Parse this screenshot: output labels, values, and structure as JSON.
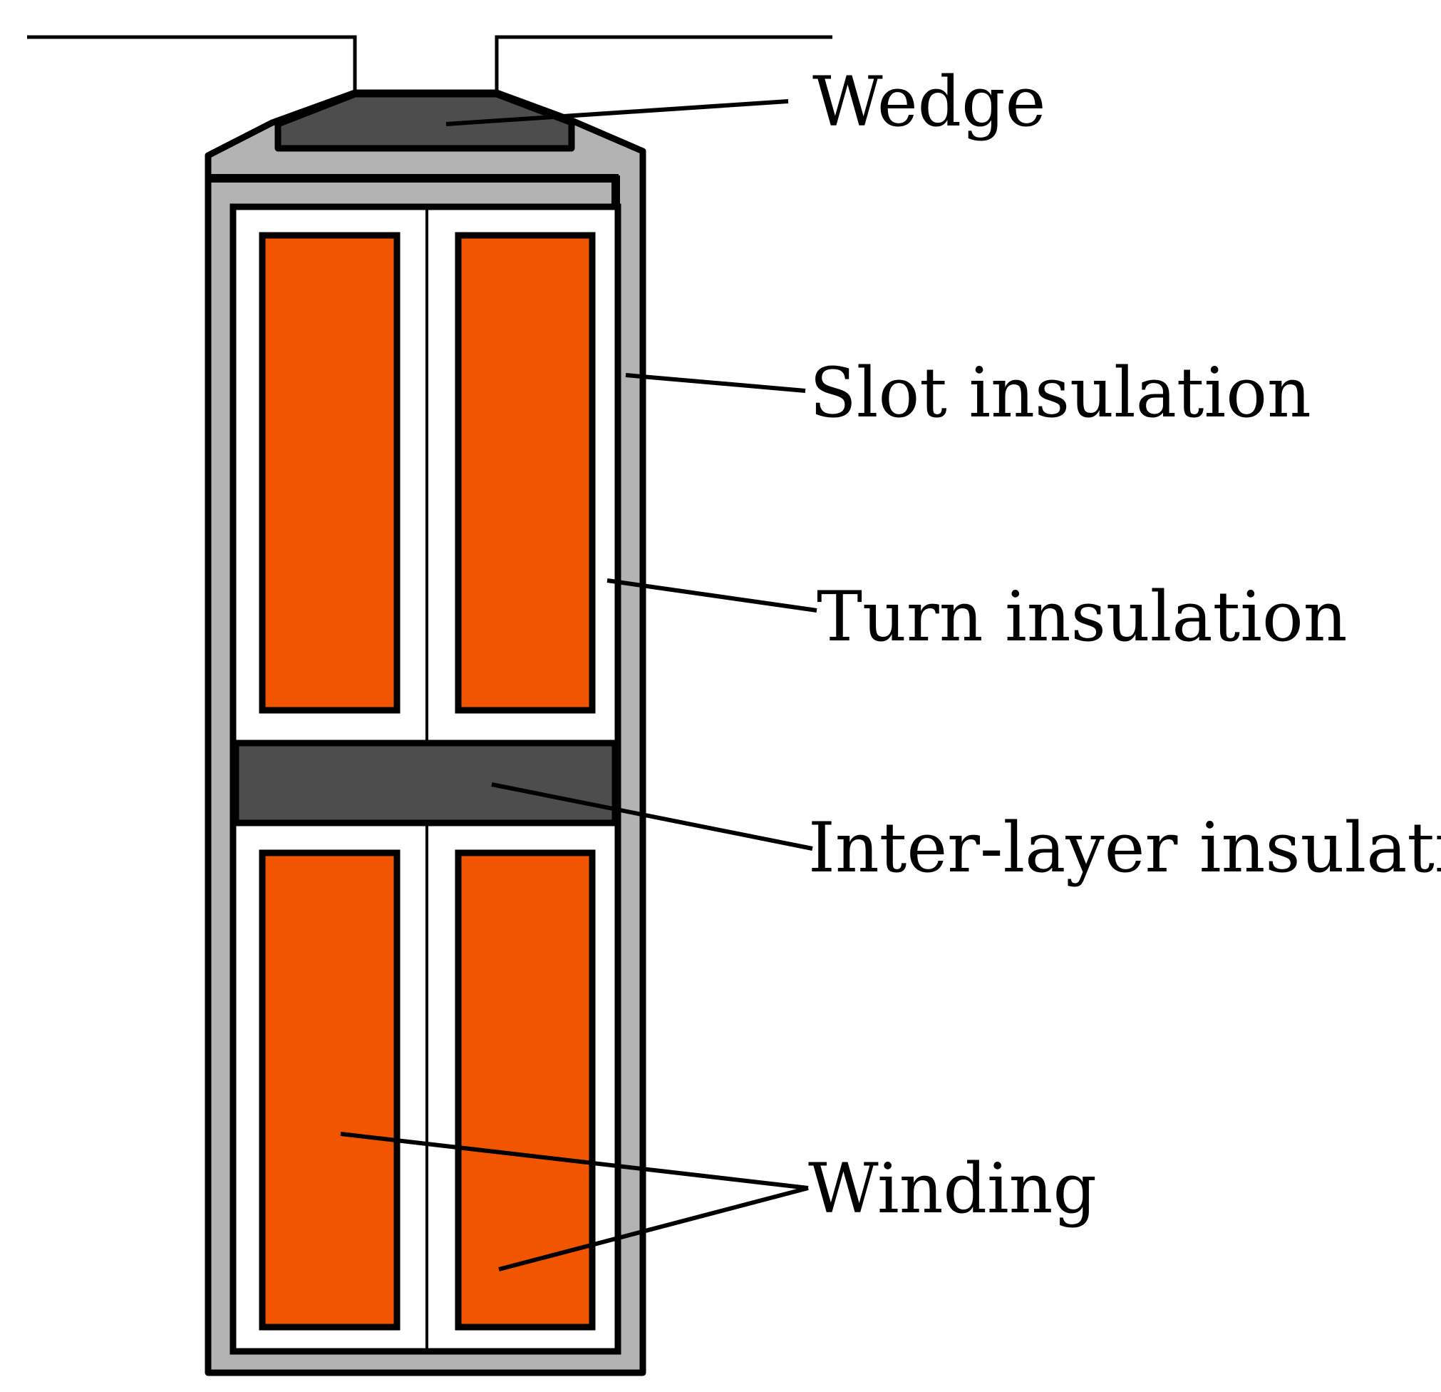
{
  "colors": {
    "slot_insulation": "#b3b3b3",
    "wedge": "#4d4d4d",
    "inter_layer": "#4d4d4d",
    "winding": "#f25500",
    "turn_insulation": "#ffffff",
    "outline": "#000000"
  },
  "labels": {
    "wedge": "Wedge",
    "slot_insulation": "Slot insulation",
    "turn_insulation": "Turn insulation",
    "inter_layer_insulation": "Inter-layer insulation",
    "winding": "Winding"
  }
}
